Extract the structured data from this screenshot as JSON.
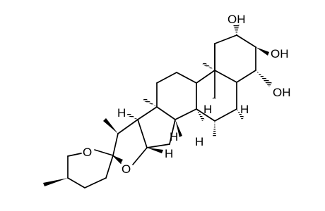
{
  "molecule": {
    "oh1": "OH",
    "oh2": "OH",
    "oh3": "OH",
    "ring_o1": "O",
    "ring_o2": "O",
    "h_labels": [
      "H",
      "H",
      "H",
      "H",
      "H",
      "H"
    ]
  }
}
